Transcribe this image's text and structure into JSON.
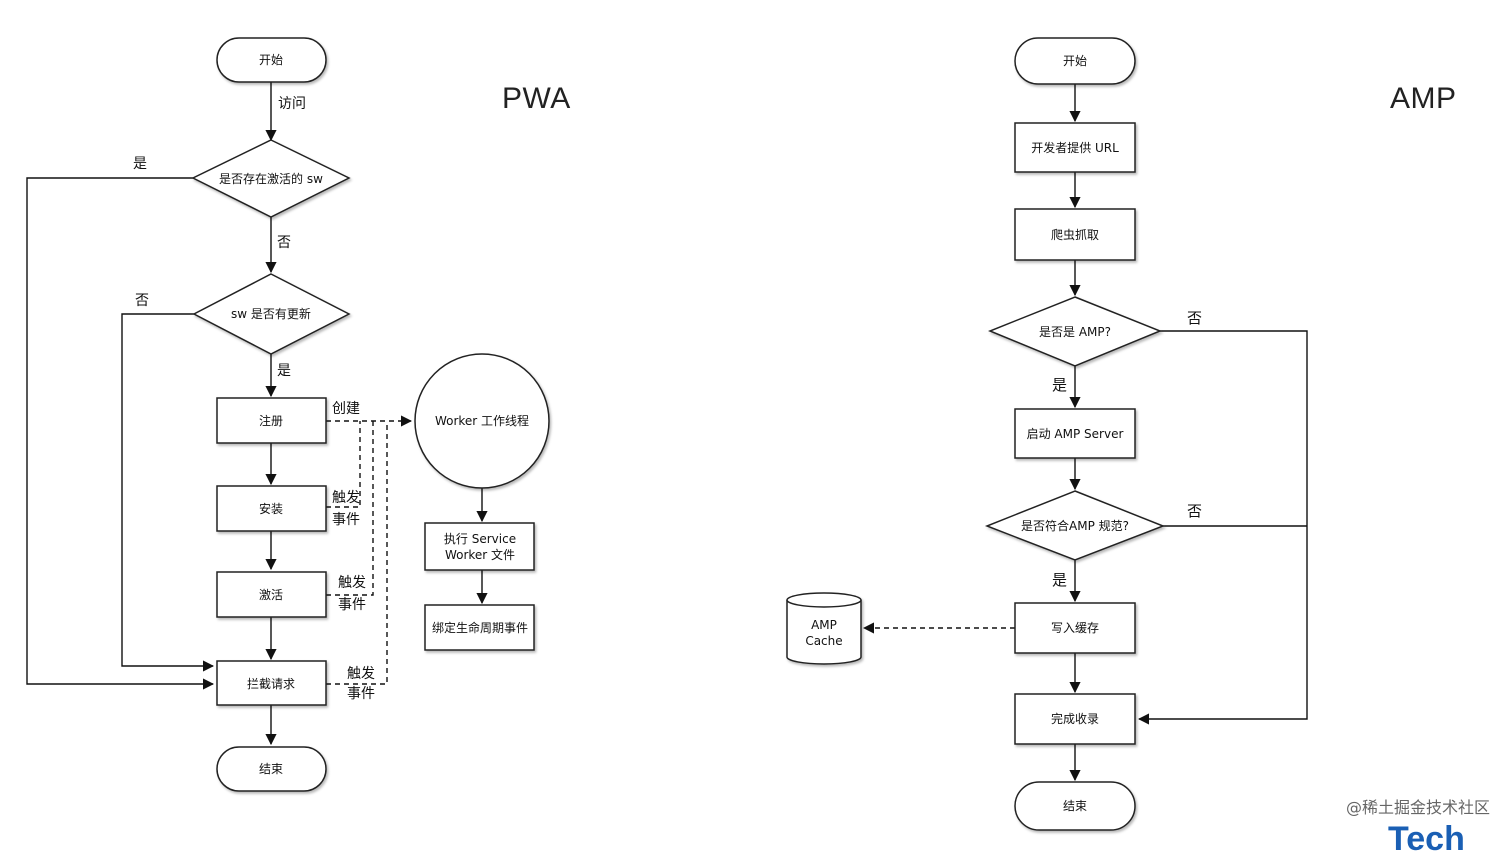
{
  "pwa": {
    "title": "PWA",
    "start": "开始",
    "visit_label": "访问",
    "decision_active_sw": "是否存在激活的 sw",
    "yes_label_active": "是",
    "no_label_active": "否",
    "decision_sw_update": "sw 是否有更新",
    "no_label_update": "否",
    "yes_label_update": "是",
    "register": "注册",
    "install": "安装",
    "activate": "激活",
    "intercept": "拦截请求",
    "end": "结束",
    "create_label": "创建",
    "trigger_event_1": [
      "触发",
      "事件"
    ],
    "trigger_event_2": [
      "触发",
      "事件"
    ],
    "trigger_event_3": [
      "触发",
      "事件"
    ],
    "worker_thread": "Worker 工作线程",
    "exec_sw_file": [
      "执行 Service",
      "Worker 文件"
    ],
    "bind_lifecycle": "绑定生命周期事件"
  },
  "amp": {
    "title": "AMP",
    "start": "开始",
    "dev_url": "开发者提供 URL",
    "crawl": "爬虫抓取",
    "decision_is_amp": "是否是 AMP?",
    "no_label_is_amp": "否",
    "yes_label_is_amp": "是",
    "start_server": "启动 AMP Server",
    "decision_spec": "是否符合AMP 规范?",
    "no_label_spec": "否",
    "yes_label_spec": "是",
    "write_cache": "写入缓存",
    "cache_db": [
      "AMP",
      "Cache"
    ],
    "complete": "完成收录",
    "end": "结束"
  },
  "watermark": "@稀土掘金技术社区",
  "brand_fragment": "Tech"
}
